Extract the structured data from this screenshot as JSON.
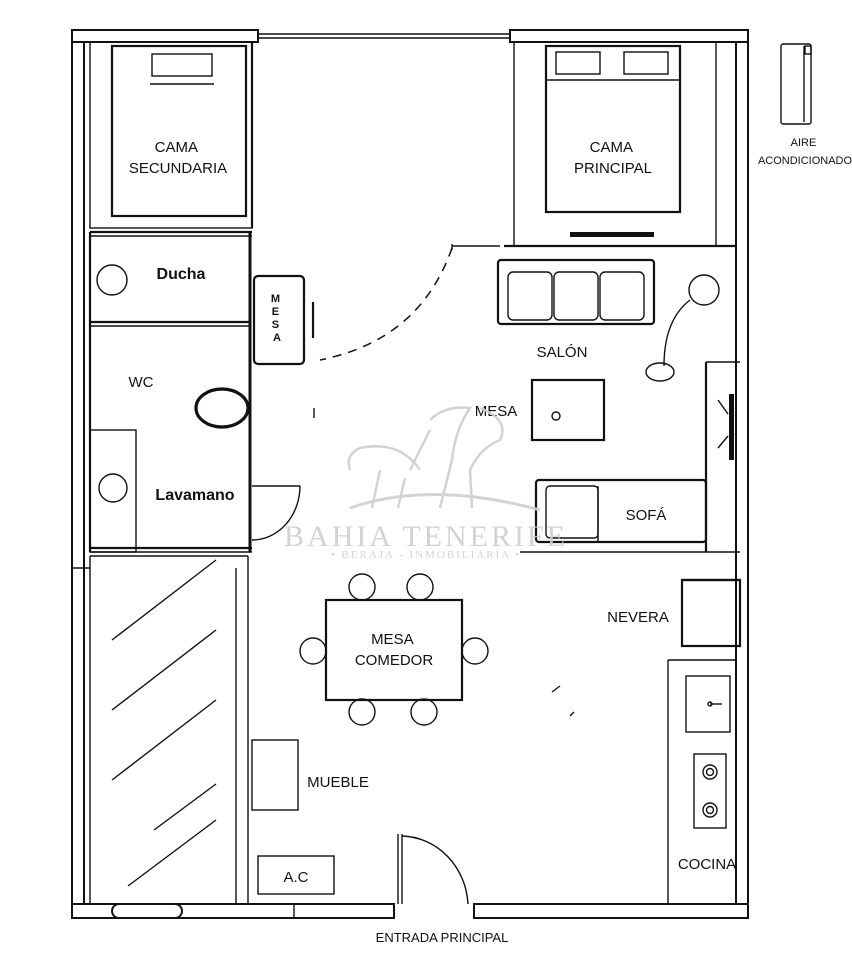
{
  "rooms": {
    "bed_secondary": "CAMA\nSECUNDARIA",
    "bed_main": "CAMA\nPRINCIPAL",
    "shower": "Ducha",
    "wc": "WC",
    "sink": "Lavamano",
    "desk": "M\nE\nS\nA",
    "living": "SALÓN",
    "coffee_table": "MESA",
    "sofa": "SOFÁ",
    "fridge": "NEVERA",
    "dining_table": "MESA\nCOMEDOR",
    "furniture": "MUEBLE",
    "ac_unit": "A.C",
    "kitchen": "COCINA",
    "entrance": "ENTRADA PRINCIPAL"
  },
  "legend": {
    "air_conditioning": "AIRE\nACONDICIONADO"
  },
  "watermark": {
    "brand": "BAHIA TENERIFE",
    "tagline": "• BERAJA - INMOBILIARIA •",
    "icon": "lion-logo"
  },
  "colors": {
    "ink": "#111111",
    "watermark": "#cfcfcf",
    "background": "#ffffff"
  }
}
